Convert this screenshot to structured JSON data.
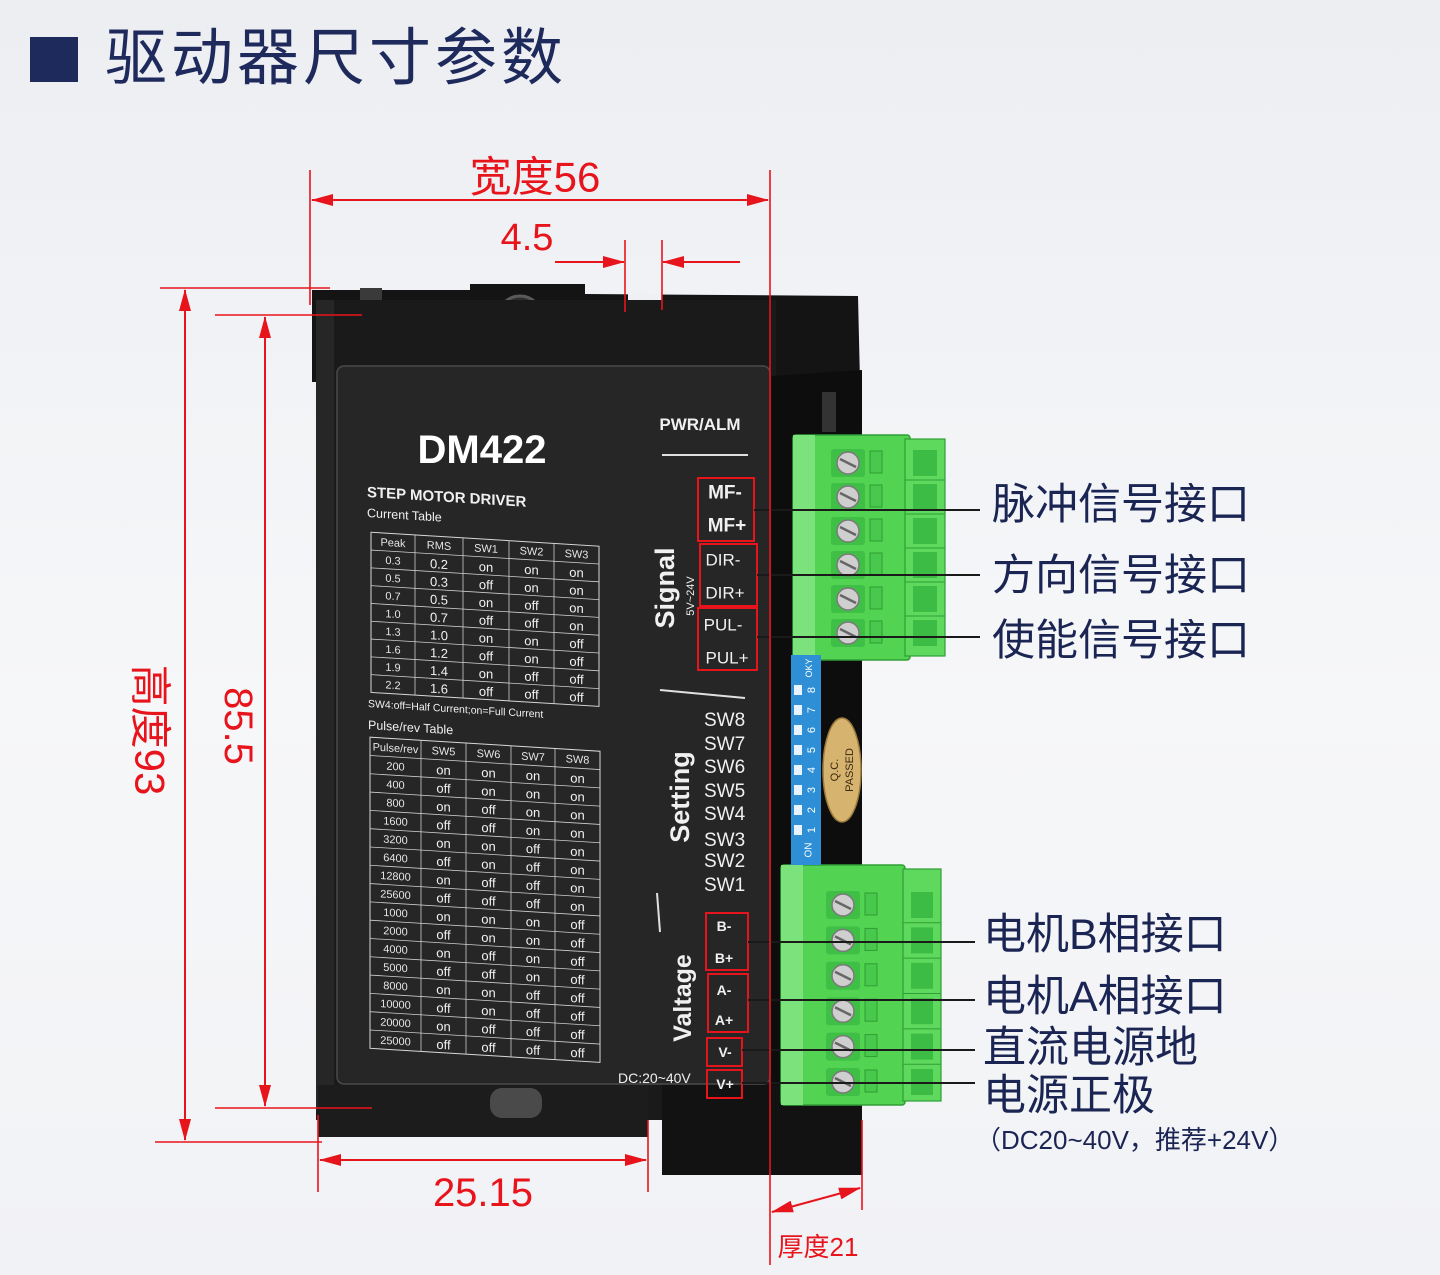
{
  "header": {
    "title": "驱动器尺寸参数"
  },
  "dimensions": {
    "width": "宽度56",
    "slot_offset": "4.5",
    "height": "高度93",
    "hole_spacing": "85.5",
    "bottom_offset": "25.15",
    "thickness": "厚度21"
  },
  "device": {
    "model": "DM422",
    "indicator": "PWR/ALM",
    "subtitle": "STEP MOTOR DRIVER",
    "current_table_title": "Current Table",
    "current_table": {
      "headers": [
        "Peak",
        "RMS",
        "SW1",
        "SW2",
        "SW3"
      ],
      "rows": [
        [
          "0.3",
          "0.2",
          "on",
          "on",
          "on"
        ],
        [
          "0.5",
          "0.3",
          "off",
          "on",
          "on"
        ],
        [
          "0.7",
          "0.5",
          "on",
          "off",
          "on"
        ],
        [
          "1.0",
          "0.7",
          "off",
          "off",
          "on"
        ],
        [
          "1.3",
          "1.0",
          "on",
          "on",
          "off"
        ],
        [
          "1.6",
          "1.2",
          "off",
          "on",
          "off"
        ],
        [
          "1.9",
          "1.4",
          "on",
          "off",
          "off"
        ],
        [
          "2.2",
          "1.6",
          "off",
          "off",
          "off"
        ]
      ]
    },
    "sw4_note": "SW4:off=Half Current;on=Full Current",
    "pulse_table_title": "Pulse/rev Table",
    "pulse_table": {
      "headers": [
        "Pulse/rev",
        "SW5",
        "SW6",
        "SW7",
        "SW8"
      ],
      "rows": [
        [
          "200",
          "on",
          "on",
          "on",
          "on"
        ],
        [
          "400",
          "off",
          "on",
          "on",
          "on"
        ],
        [
          "800",
          "on",
          "off",
          "on",
          "on"
        ],
        [
          "1600",
          "off",
          "off",
          "on",
          "on"
        ],
        [
          "3200",
          "on",
          "on",
          "off",
          "on"
        ],
        [
          "6400",
          "off",
          "on",
          "off",
          "on"
        ],
        [
          "12800",
          "on",
          "off",
          "off",
          "on"
        ],
        [
          "25600",
          "off",
          "off",
          "off",
          "on"
        ],
        [
          "1000",
          "on",
          "on",
          "on",
          "off"
        ],
        [
          "2000",
          "off",
          "on",
          "on",
          "off"
        ],
        [
          "4000",
          "on",
          "off",
          "on",
          "off"
        ],
        [
          "5000",
          "off",
          "off",
          "on",
          "off"
        ],
        [
          "8000",
          "on",
          "on",
          "off",
          "off"
        ],
        [
          "10000",
          "off",
          "on",
          "off",
          "off"
        ],
        [
          "20000",
          "on",
          "off",
          "off",
          "off"
        ],
        [
          "25000",
          "off",
          "off",
          "off",
          "off"
        ]
      ]
    },
    "signal": {
      "label": "Signal",
      "voltage": "5V~24V",
      "pins": [
        "MF-",
        "MF+",
        "DIR-",
        "DIR+",
        "PUL-",
        "PUL+"
      ]
    },
    "setting": {
      "label": "Setting",
      "switches": [
        "SW8",
        "SW7",
        "SW6",
        "SW5",
        "SW4",
        "SW3",
        "SW2",
        "SW1"
      ]
    },
    "power": {
      "label": "Valtage",
      "pins": [
        "B-",
        "B+",
        "A-",
        "A+",
        "V-",
        "V+"
      ],
      "range": "DC:20~40V"
    },
    "dip_switch": {
      "numbers": [
        "1",
        "2",
        "3",
        "4",
        "5",
        "6",
        "7",
        "8"
      ],
      "on_label": "ON",
      "mark": "OKY"
    },
    "qc_sticker": {
      "line1": "Q.C.",
      "line2": "PASSED"
    }
  },
  "callouts": {
    "pulse": "脉冲信号接口",
    "direction": "方向信号接口",
    "enable": "使能信号接口",
    "motor_b": "电机B相接口",
    "motor_a": "电机A相接口",
    "dc_ground": "直流电源地",
    "power_positive": "电源正极",
    "power_note": "（DC20~40V，推荐+24V）"
  },
  "colors": {
    "dimension": "#e8141c",
    "title": "#1f2a5c",
    "terminal": "#52d352",
    "dip_switch": "#2e8fd6"
  }
}
